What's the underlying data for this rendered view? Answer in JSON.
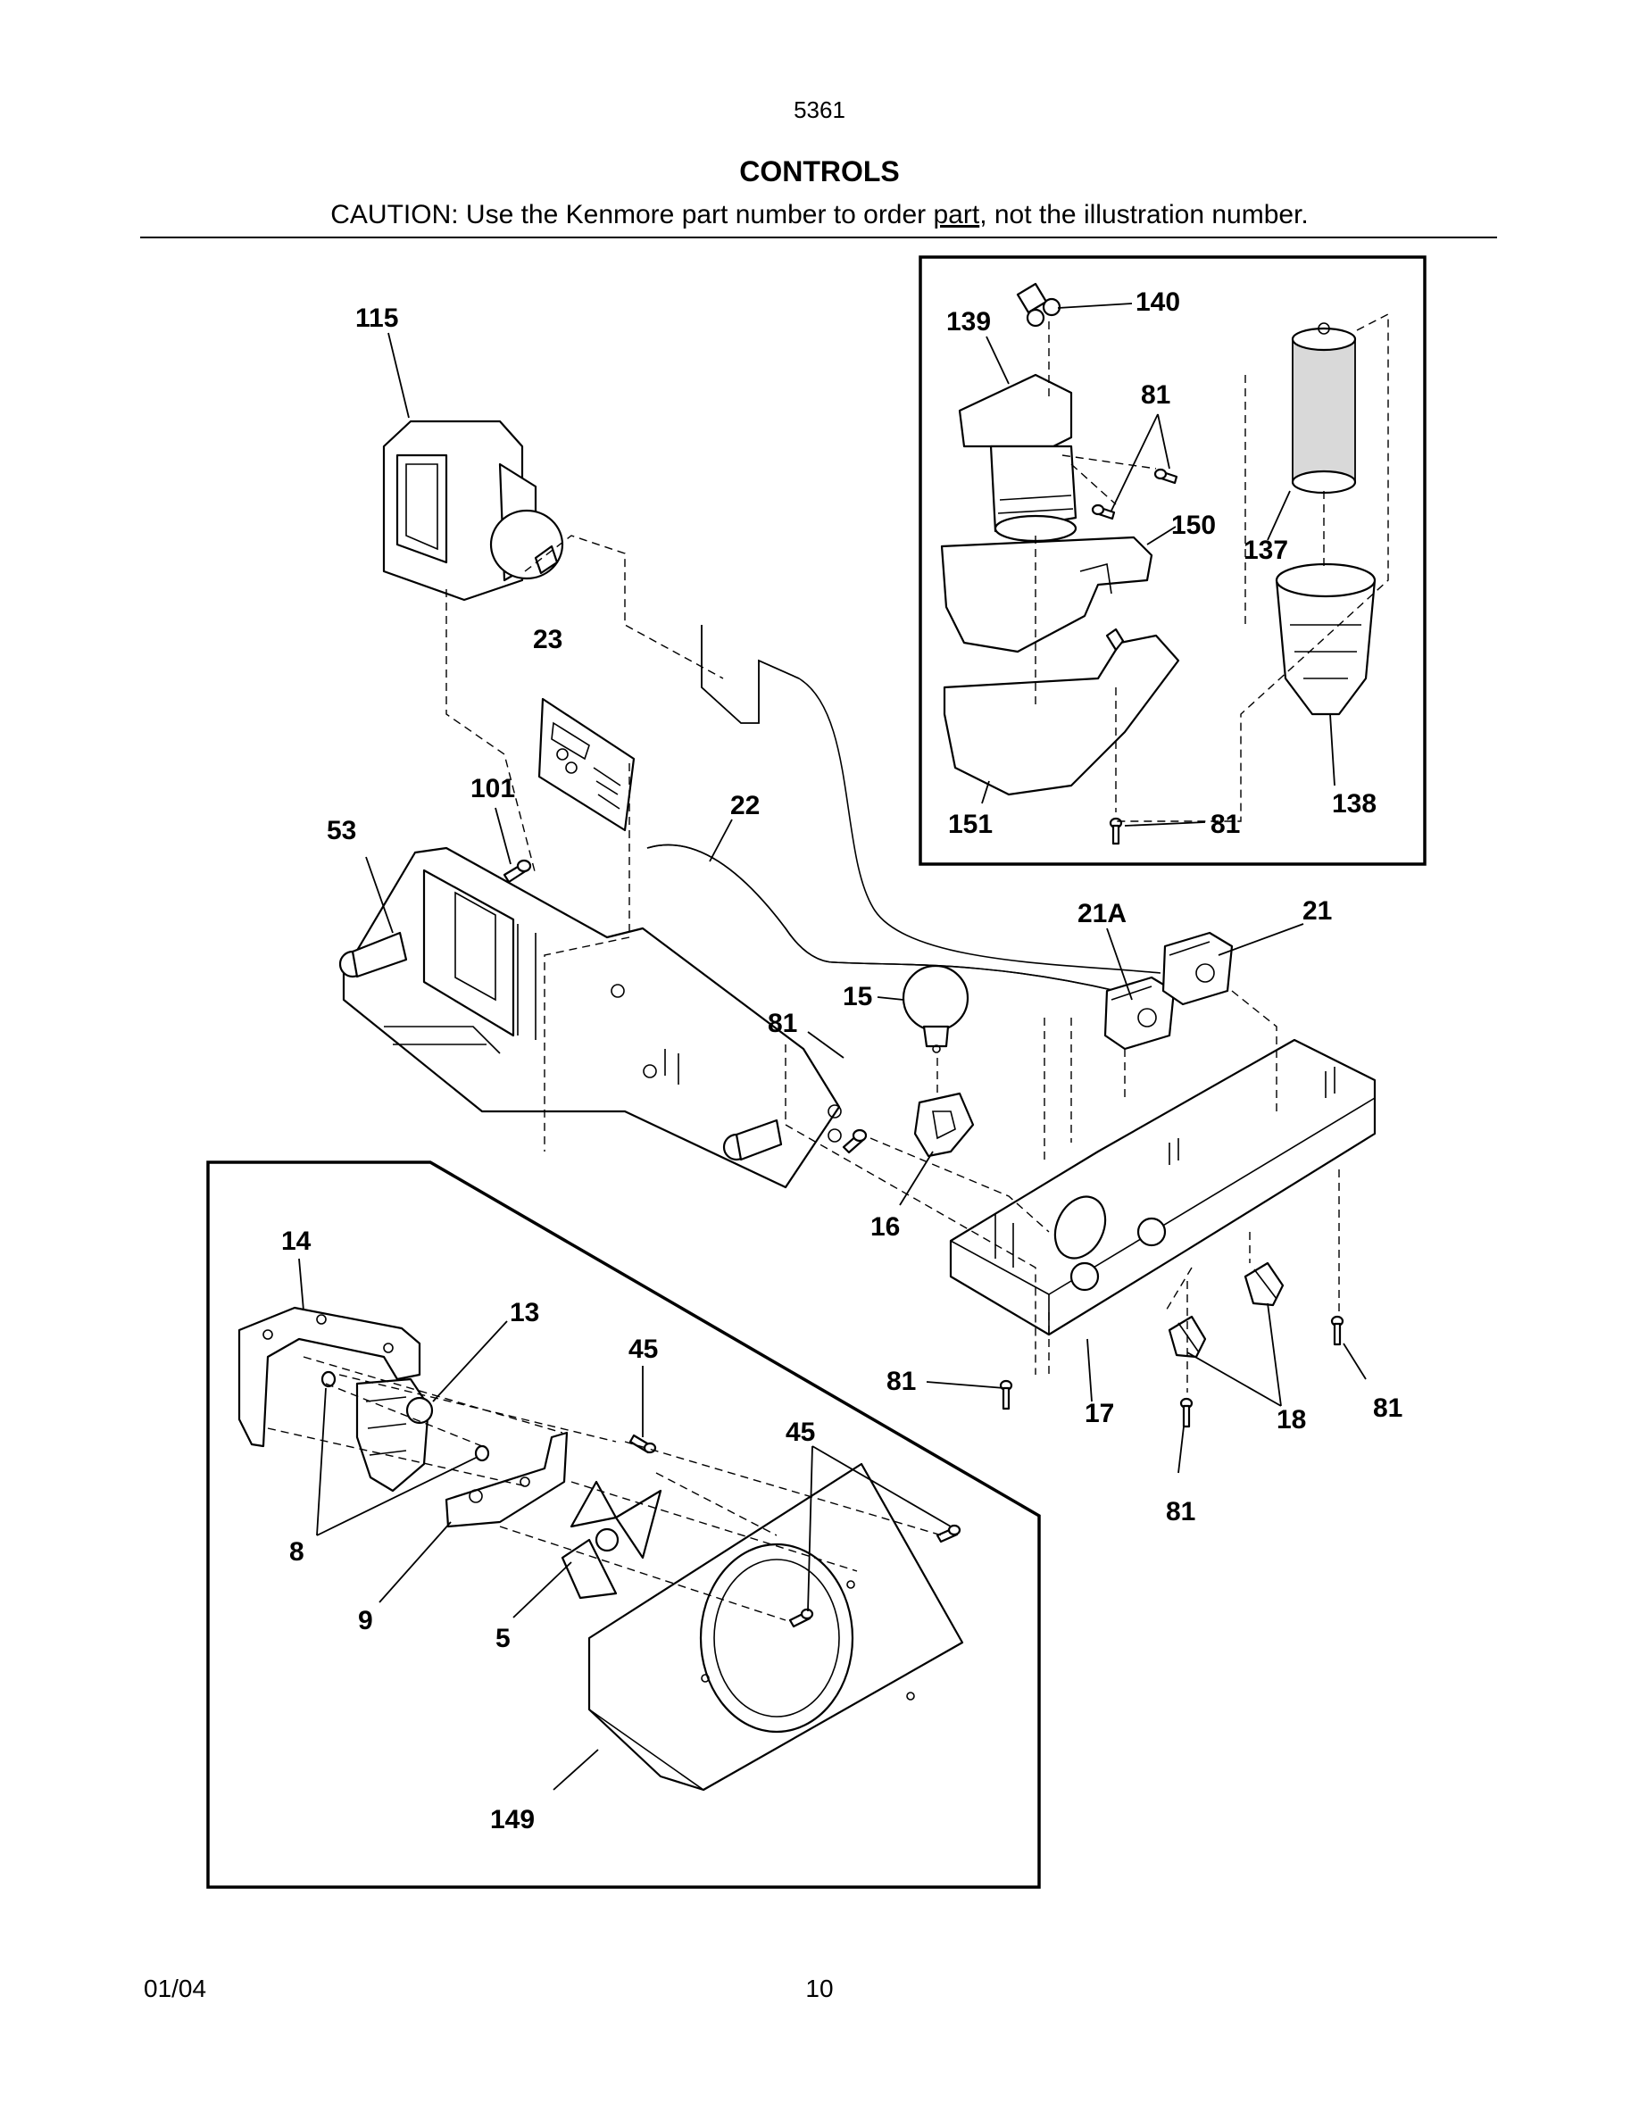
{
  "header": {
    "code": "5361",
    "title": "CONTROLS",
    "caution_before": "CAUTION: Use the Kenmore part number to order ",
    "caution_underlined": "part",
    "caution_after": ", not the illustration number."
  },
  "callouts": {
    "c115": "115",
    "c23": "23",
    "c101": "101",
    "c53": "53",
    "c22": "22",
    "c139": "139",
    "c140": "140",
    "c81a": "81",
    "c150": "150",
    "c137": "137",
    "c138": "138",
    "c151": "151",
    "c81b": "81",
    "c21a": "21A",
    "c21": "21",
    "c15": "15",
    "c81c": "81",
    "c16": "16",
    "c14": "14",
    "c13": "13",
    "c45a": "45",
    "c45b": "45",
    "c81d": "81",
    "c17": "17",
    "c18": "18",
    "c81e": "81",
    "c81f": "81",
    "c8": "8",
    "c9": "9",
    "c5": "5",
    "c149": "149"
  },
  "footer": {
    "date": "01/04",
    "page": "10"
  }
}
